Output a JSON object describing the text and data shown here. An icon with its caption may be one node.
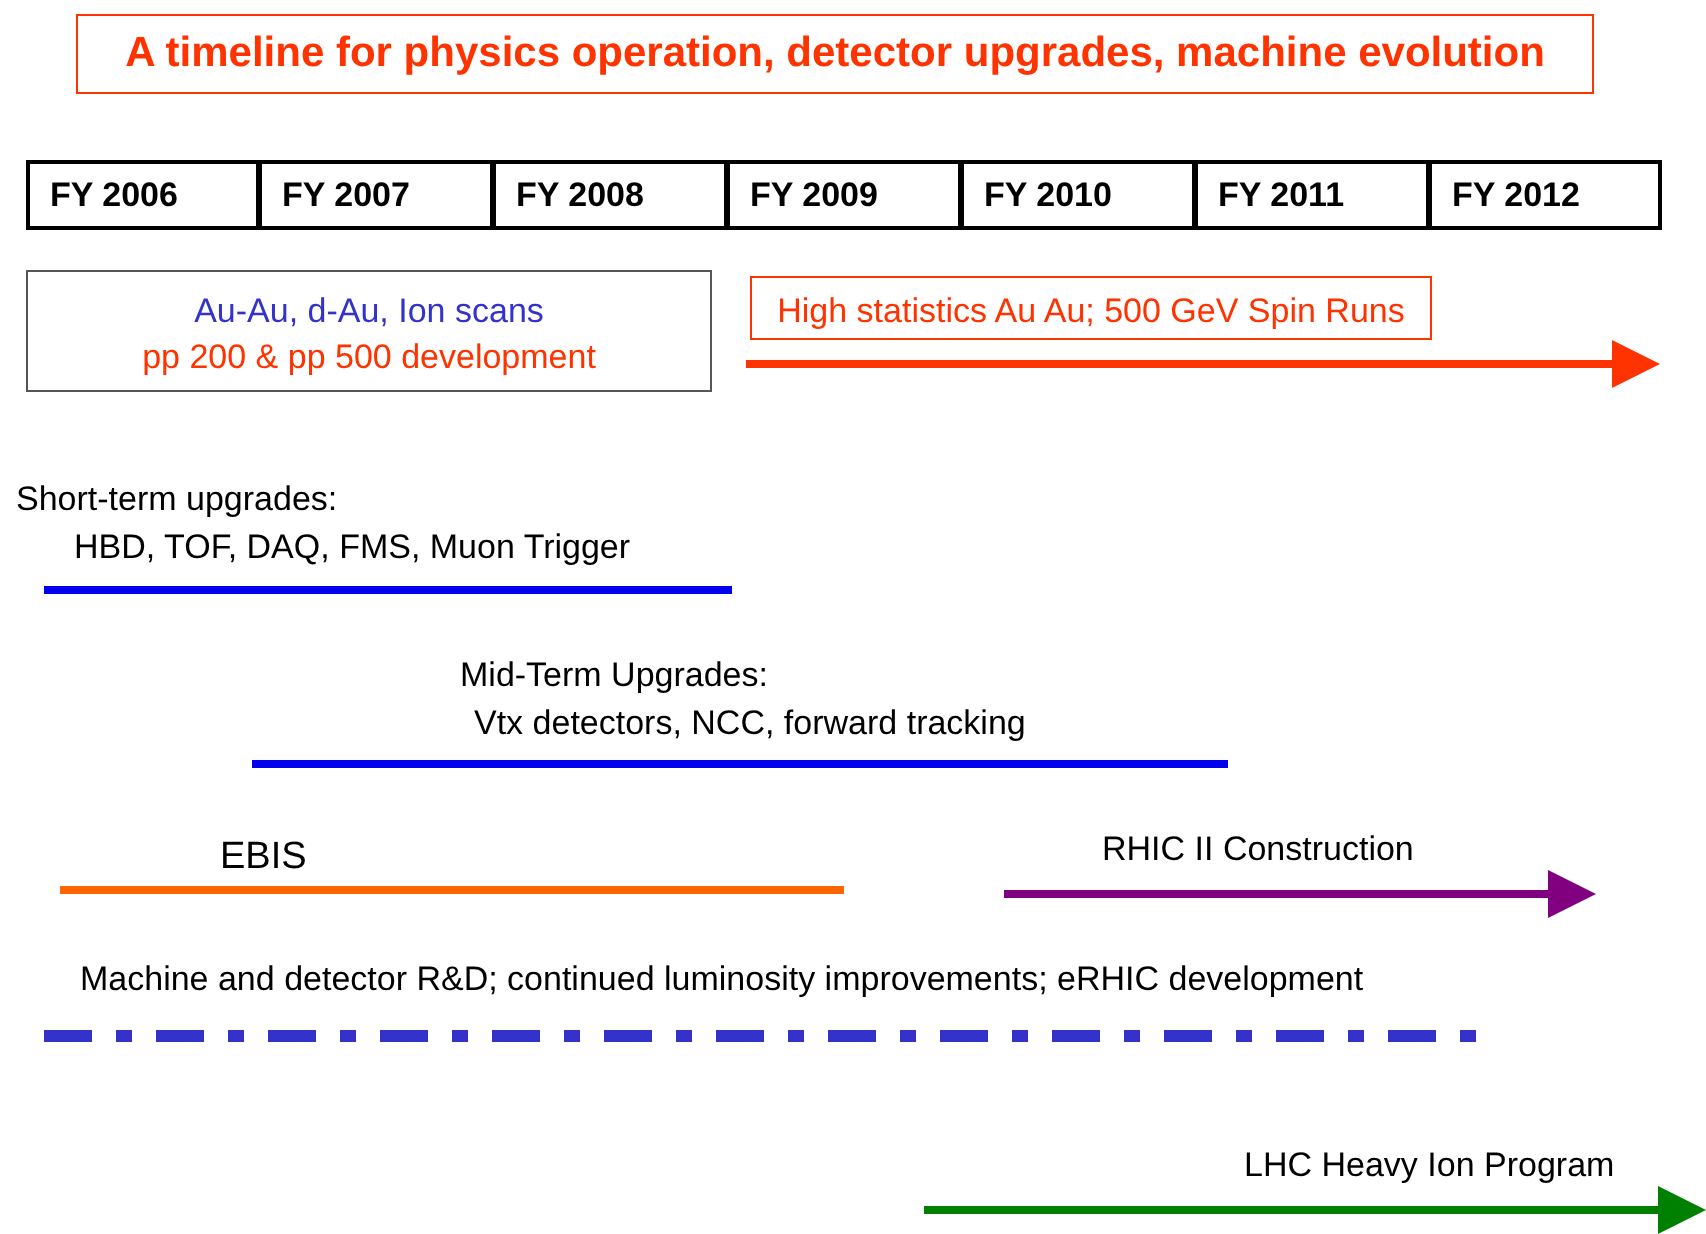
{
  "diagram": {
    "title": "A timeline for physics operation, detector upgrades, machine evolution",
    "nodes": [
      {
        "text": [
          "Au-Au, d-Au, Ion scans",
          "pp 200 & pp 500 development"
        ]
      },
      {
        "text": [
          "High statistics Au Au; 500 GeV Spin Runs"
        ]
      }
    ],
    "labels": [
      "FY 2006",
      "FY 2007",
      "FY 2008",
      "FY 2009",
      "FY 2010",
      "FY 2011",
      "FY 2012",
      "Short-term upgrades:",
      "HBD, TOF, DAQ, FMS, Muon Trigger",
      "Mid-Term Upgrades:",
      "Vtx detectors, NCC, forward tracking",
      "EBIS",
      "RHIC II Construction",
      "Machine and detector R&D; continued luminosity improvements; eRHIC development",
      "LHC Heavy Ion Program"
    ]
  }
}
